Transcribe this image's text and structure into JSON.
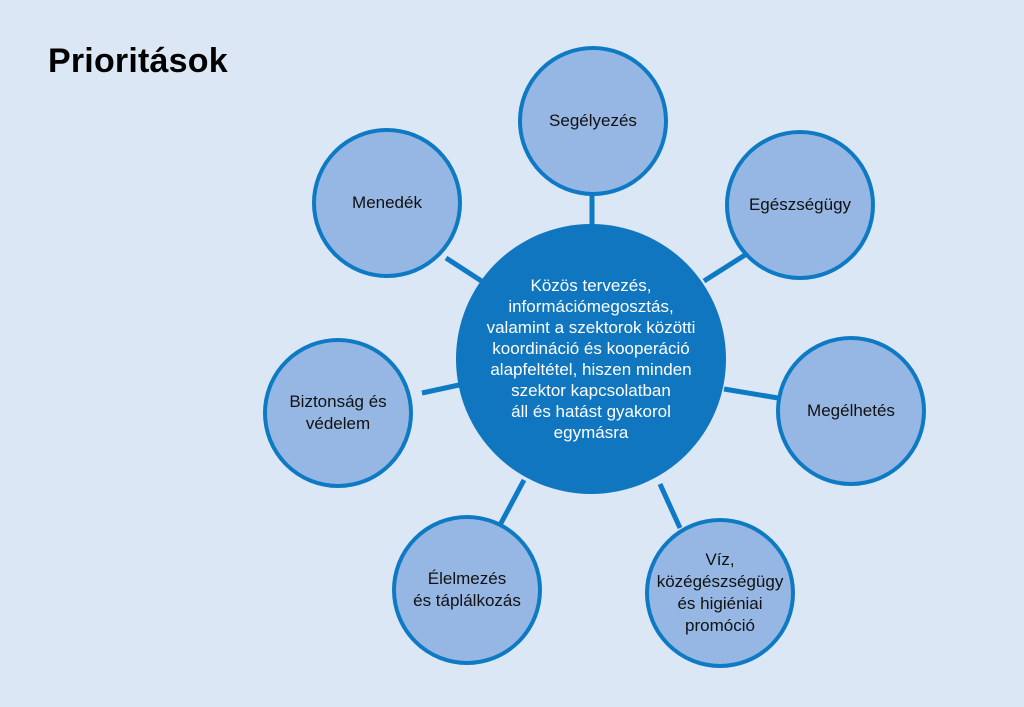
{
  "title": "Prioritások",
  "colors": {
    "background": "#dce7f5",
    "center_fill": "#0f76bf",
    "node_fill": "#96b7e3",
    "node_border": "#0f7ac4",
    "connector": "#0f7ac4"
  },
  "center": {
    "label": "Közös tervezés,\ninformációmegosztás,\nvalamint a szektorok közötti\nkoordináció és kooperáció\nalapfeltétel, hiszen minden\nszektor kapcsolatban\náll és hatást gyakorol\negymásra"
  },
  "nodes": [
    {
      "label": "Segélyezés"
    },
    {
      "label": "Egészségügy"
    },
    {
      "label": "Megélhetés"
    },
    {
      "label": "Víz,\nközégészségügy\nés higiéniai\npromóció"
    },
    {
      "label": "Élelmezés\nés táplálkozás"
    },
    {
      "label": "Biztonság és\nvédelem"
    },
    {
      "label": "Menedék"
    }
  ]
}
